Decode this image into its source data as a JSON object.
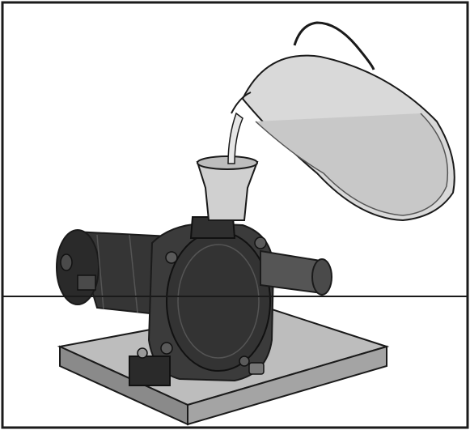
{
  "figure": {
    "panel_count": 2,
    "depicts": [
      "water-pitcher",
      "priming-funnel",
      "jet-pump",
      "pump-motor",
      "mounting-base"
    ]
  },
  "colors": {
    "frame": "#1a1a1a",
    "pump_body": "#3b3b3b",
    "pump_dark": "#2a2a2a",
    "motor": "#353535",
    "base_top": "#bdbdbd",
    "base_side": "#8a8a8a",
    "water": "#c8c8c8",
    "pitcher_glass": "#d9d9d9",
    "funnel": "#d0d0d0"
  }
}
